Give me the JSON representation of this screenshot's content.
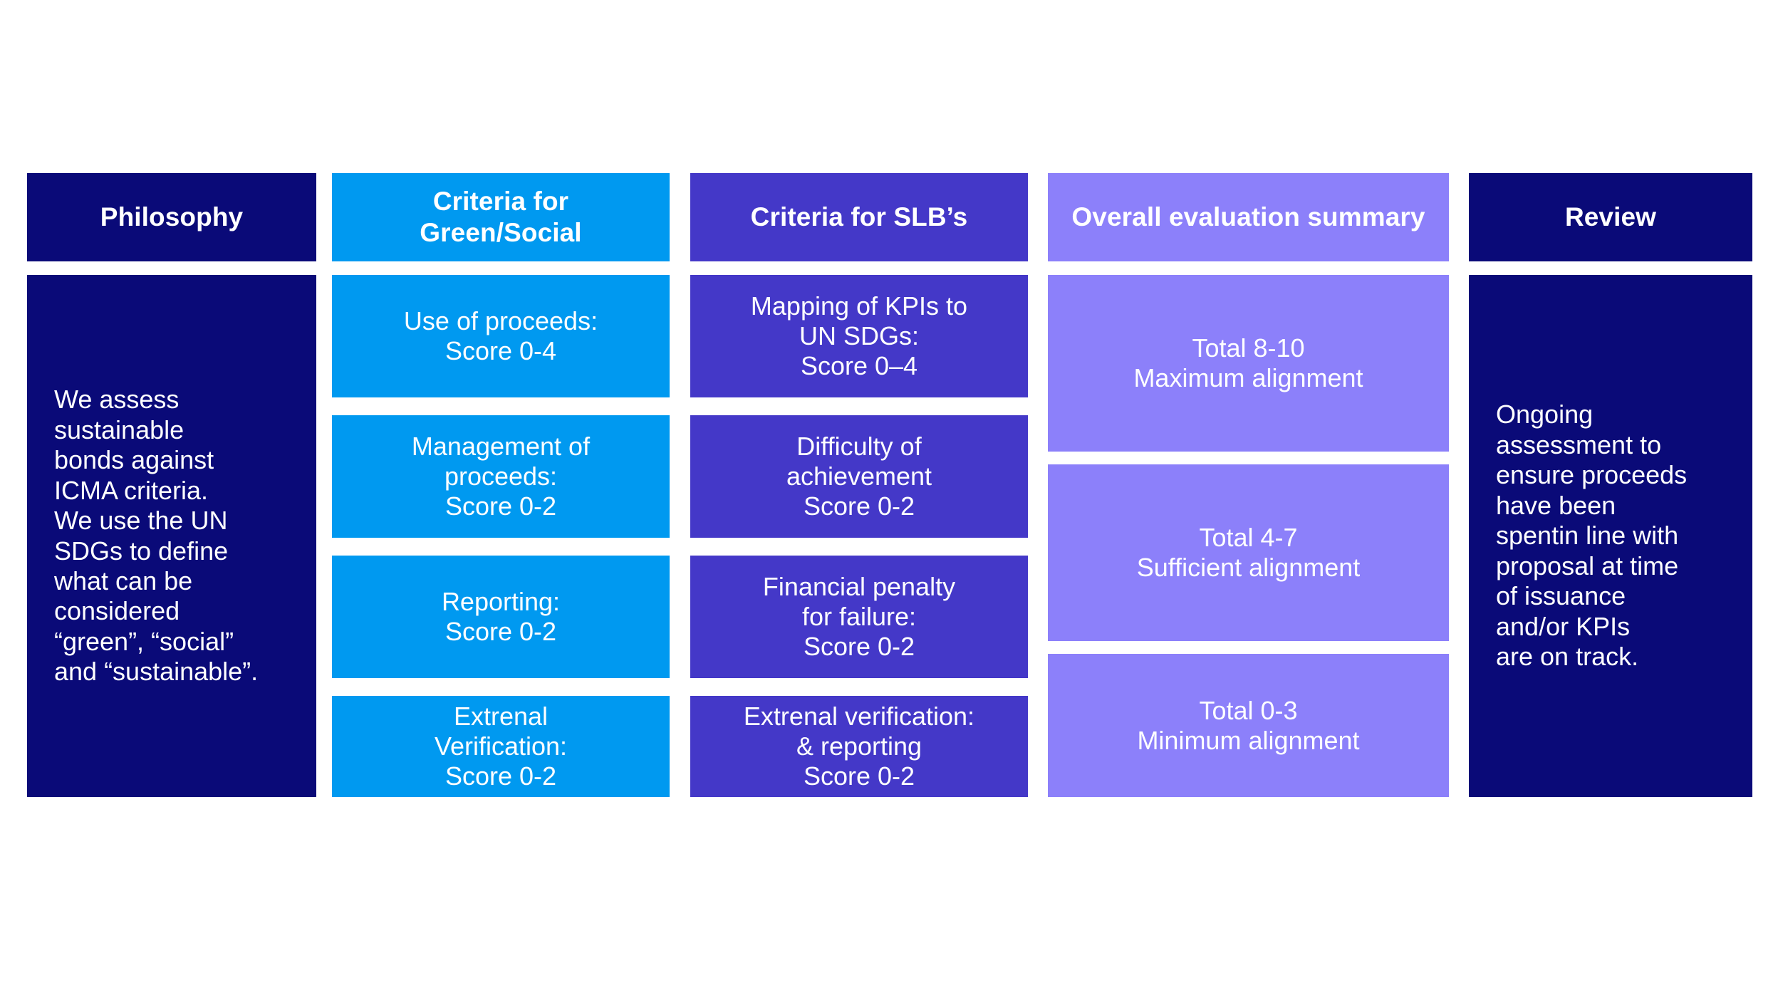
{
  "colors": {
    "navy": "#0A0A78",
    "light_blue": "#0099F0",
    "indigo": "#4438C8",
    "light_purple": "#8C80FA",
    "background": "#FFFFFF",
    "text": "#FFFFFF"
  },
  "columns": [
    {
      "id": "philosophy",
      "header": "Philosophy",
      "blocks": [
        {
          "text": "We assess\nsustainable\nbonds against\nICMA criteria.\nWe use the UN\nSDGs to define\nwhat can be\nconsidered\n“green”, “social”\nand “sustainable”."
        }
      ]
    },
    {
      "id": "green-social",
      "header": "Criteria for\nGreen/Social",
      "blocks": [
        {
          "text": "Use of proceeds:\nScore 0-4"
        },
        {
          "text": "Management of\nproceeds:\nScore 0-2"
        },
        {
          "text": "Reporting:\nScore 0-2"
        },
        {
          "text": "Extrenal\nVerification:\nScore 0-2"
        }
      ]
    },
    {
      "id": "slb",
      "header": "Criteria for SLB’s",
      "blocks": [
        {
          "text": "Mapping of KPIs to\nUN SDGs:\nScore 0–4"
        },
        {
          "text": "Difficulty of\nachievement\nScore 0-2"
        },
        {
          "text": "Financial penalty\nfor failure:\nScore 0-2"
        },
        {
          "text": "Extrenal verification:\n& reporting\nScore 0-2"
        }
      ]
    },
    {
      "id": "overall",
      "header": "Overall evaluation summary",
      "blocks": [
        {
          "text": "Total 8-10\nMaximum alignment"
        },
        {
          "text": "Total 4-7\nSufficient alignment"
        },
        {
          "text": "Total 0-3\nMinimum alignment"
        }
      ]
    },
    {
      "id": "review",
      "header": "Review",
      "blocks": [
        {
          "text": "Ongoing\nassessment to\nensure proceeds\nhave been\nspentin line with\nproposal at time\nof issuance\nand/or KPIs\nare on track."
        }
      ]
    }
  ]
}
